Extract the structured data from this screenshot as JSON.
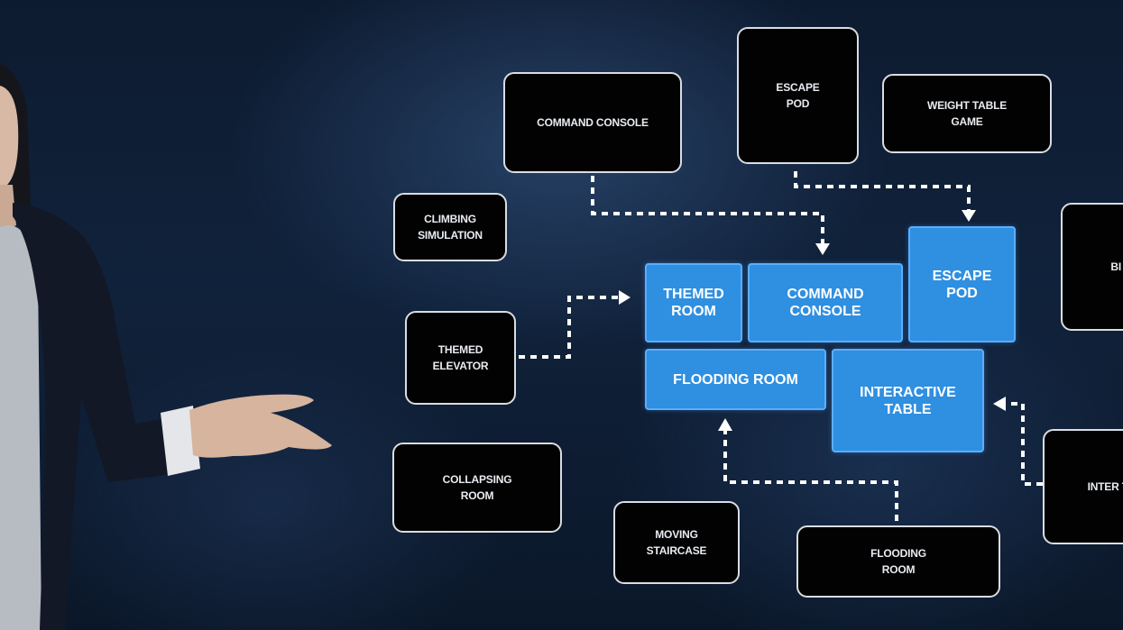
{
  "diagram": {
    "side_rooms": {
      "command_console": "COMMAND CONSOLE",
      "escape_pod": "ESCAPE POD",
      "weight_table_game": "WEIGHT TABLE GAME",
      "climbing_simulation": "CLIMBING SIMULATION",
      "themed_elevator": "THEMED ELEVATOR",
      "collapsing_room": "COLLAPSING ROOM",
      "moving_staircase": "MOVING STAIRCASE",
      "flooding_room": "FLOODING ROOM",
      "right_top_partial": "BI B",
      "right_bottom_partial": "INTER TA"
    },
    "layout_rooms": {
      "themed_room": "THEMED ROOM",
      "command_console": "COMMAND CONSOLE",
      "escape_pod": "ESCAPE POD",
      "flooding_room": "FLOODING ROOM",
      "interactive_table": "INTERACTIVE TABLE"
    }
  },
  "colors": {
    "accent_blue": "#2f8fe0",
    "box_dark": "#020203",
    "box_border": "#d9dde3",
    "connector": "#ffffff"
  }
}
